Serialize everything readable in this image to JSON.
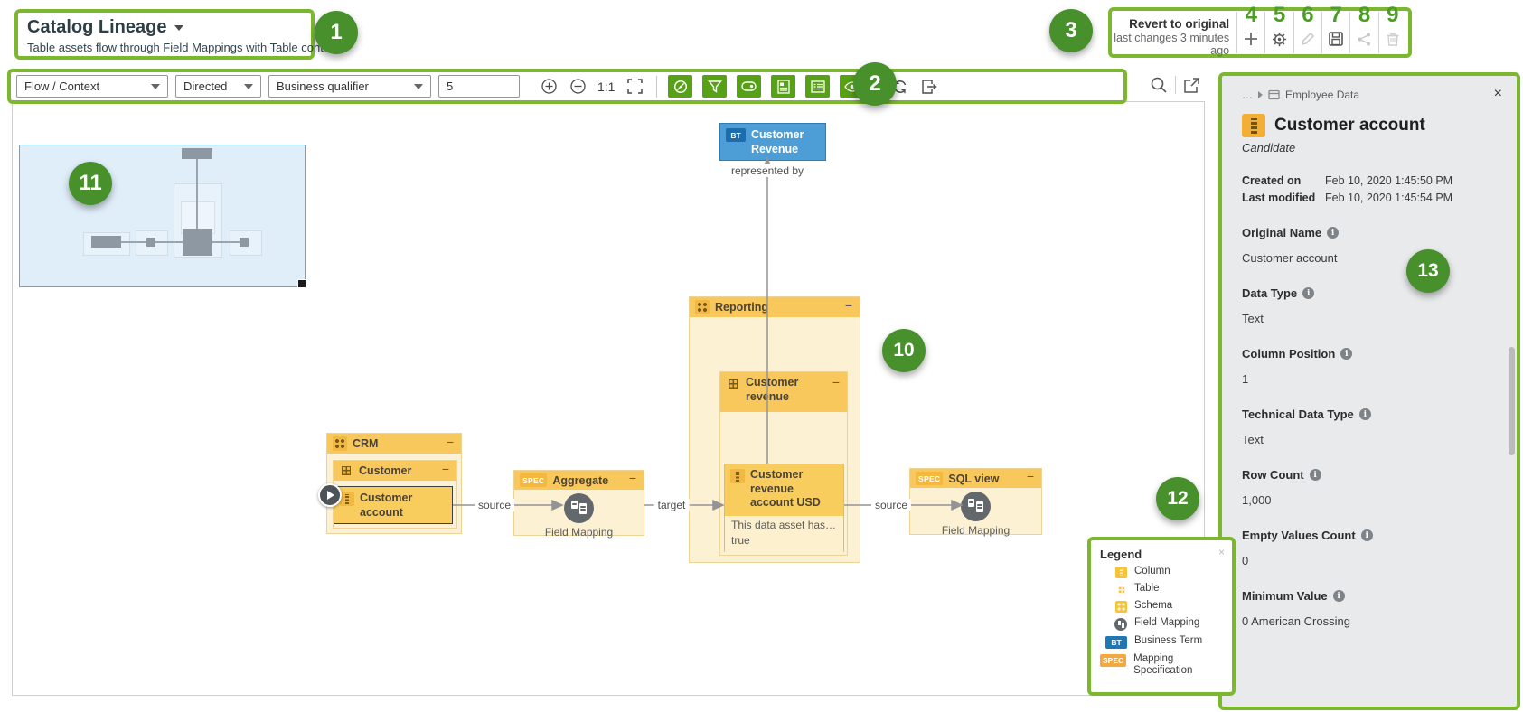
{
  "header": {
    "title": "Catalog Lineage",
    "subtitle": "Table assets flow through Field Mappings with Table context"
  },
  "revert": {
    "title": "Revert to original",
    "subtitle": "last changes 3 minutes ago"
  },
  "annotations": {
    "c1": "1",
    "c2": "2",
    "c3": "3",
    "n4": "4",
    "n5": "5",
    "n6": "6",
    "n7": "7",
    "n8": "8",
    "n9": "9",
    "c10": "10",
    "c11": "11",
    "c12": "12",
    "c13": "13"
  },
  "toolbar": {
    "flow_select": "Flow / Context",
    "direction_select": "Directed",
    "qualifier_select": "Business qualifier",
    "depth_value": "5",
    "zoom_ratio": "1:1"
  },
  "graph": {
    "business_term": {
      "badge": "BT",
      "label": "Customer Revenue"
    },
    "edges": {
      "represented_by": "represented by",
      "source1": "source",
      "target": "target",
      "source2": "source"
    },
    "reporting": {
      "label": "Reporting",
      "collapse": "−"
    },
    "customer_revenue_table": {
      "label": "Customer revenue",
      "collapse": "−"
    },
    "customer_revenue_account": {
      "label": "Customer revenue account USD",
      "note_line1": "This data asset has…",
      "note_line2": "true"
    },
    "crm": {
      "label": "CRM",
      "collapse": "−"
    },
    "customer_table": {
      "label": "Customer",
      "collapse": "−"
    },
    "customer_account": {
      "label": "Customer account"
    },
    "aggregate": {
      "badge": "SPEC",
      "label": "Aggregate",
      "collapse": "−",
      "caption": "Field Mapping"
    },
    "sql_view": {
      "badge": "SPEC",
      "label": "SQL view",
      "collapse": "−",
      "caption": "Field Mapping"
    }
  },
  "legend": {
    "title": "Legend",
    "close": "×",
    "items": [
      {
        "icon": "column",
        "label": "Column"
      },
      {
        "icon": "table",
        "label": "Table"
      },
      {
        "icon": "schema",
        "label": "Schema"
      },
      {
        "icon": "field-mapping",
        "label": "Field Mapping"
      },
      {
        "icon": "business-term",
        "badge": "BT",
        "label": "Business Term"
      },
      {
        "icon": "mapping-spec",
        "badge": "SPEC",
        "label": "Mapping Specification"
      }
    ]
  },
  "sidebar": {
    "breadcrumb_ellipsis": "…",
    "breadcrumb": "Employee Data",
    "close": "×",
    "title": "Customer account",
    "status": "Candidate",
    "created_label": "Created on",
    "created_value": "Feb 10, 2020 1:45:50 PM",
    "modified_label": "Last modified",
    "modified_value": "Feb 10, 2020 1:45:54 PM",
    "fields": [
      {
        "label": "Original Name",
        "value": "Customer account"
      },
      {
        "label": "Data Type",
        "value": "Text"
      },
      {
        "label": "Column Position",
        "value": "1"
      },
      {
        "label": "Technical Data Type",
        "value": "Text"
      },
      {
        "label": "Row Count",
        "value": "1,000"
      },
      {
        "label": "Empty Values Count",
        "value": "0"
      },
      {
        "label": "Minimum Value",
        "value": "0 American Crossing"
      }
    ]
  },
  "colors": {
    "annotation_green": "#47902c",
    "annotation_border": "#7cb82f",
    "toolbar_active_green": "#57a117",
    "amber_header": "#f9c85c",
    "amber_badge": "#f1b844",
    "cream_body": "#fdf1d4",
    "node_blue": "#4d9ed6",
    "bt_badge_blue": "#1b6dab",
    "field_mapping_gray": "#63686d"
  }
}
